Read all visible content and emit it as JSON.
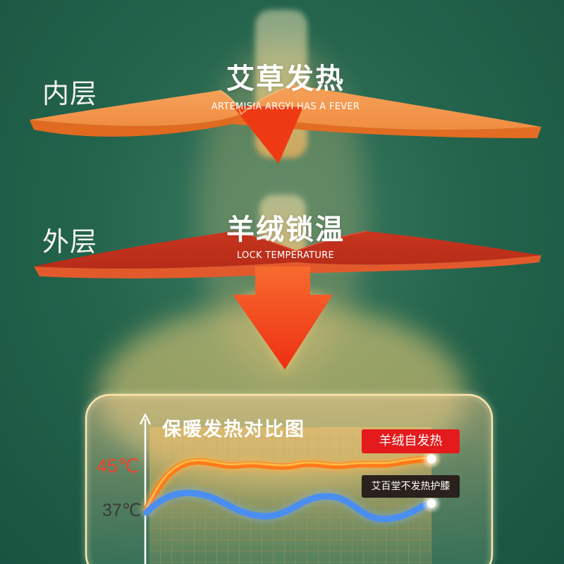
{
  "inner_layer": {
    "side_label": "内层",
    "title": "艾草发热",
    "subtitle": "ARTEMISIA ARGYI HAS A FEVER"
  },
  "outer_layer": {
    "side_label": "外层",
    "title": "羊绒锁温",
    "subtitle": "LOCK TEMPERATURE"
  },
  "colors": {
    "background": "#24644c",
    "inner_layer": "#f28a3b",
    "outer_layer": "#d93a25",
    "arrow": "#f0401e",
    "wool_line": "#ff7a1c",
    "other_line": "#4a8ef0",
    "badge_red": "#e41a1c",
    "badge_dark": "#2a201c"
  },
  "icons": [
    "down-arrow-icon",
    "axis-arrow-icon"
  ],
  "chart_data": {
    "type": "line",
    "title": "保暖发热对比图",
    "ticks": [
      "45℃",
      "37℃"
    ],
    "series": [
      {
        "name": "羊绒自发热",
        "description": "rises from 37℃ to about 45℃ and holds"
      },
      {
        "name": "艾百堂不发热护膝",
        "description": "stays near 37℃ with small waves"
      }
    ]
  }
}
